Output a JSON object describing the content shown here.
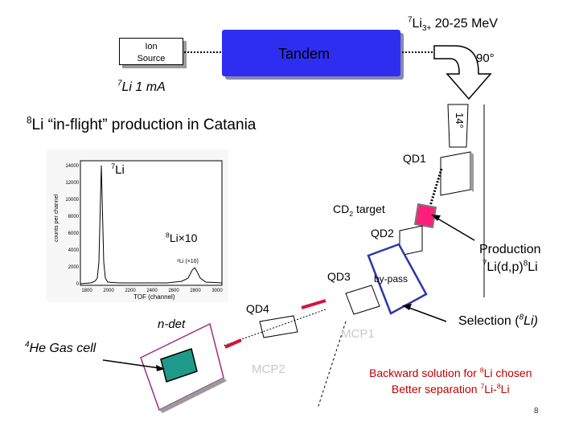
{
  "labels": {
    "ion_source_line1": "Ion",
    "ion_source_line2": "Source",
    "tandem": "Tandem",
    "beam_energy_pre": "Li",
    "beam_energy_sub": "3+",
    "beam_energy_post": " 20-25 MeV",
    "beam_energy_sup": "7",
    "bend_90": "90°",
    "li7_current_sup": "7",
    "li7_current": "Li 1 mA",
    "title_sup": "8",
    "title": "Li “in-flight” production in Catania",
    "angle_14": "14°",
    "qd1": "QD1",
    "li7_sup": "7",
    "li7": "Li",
    "cd2_pre": "CD",
    "cd2_sub": "2",
    "cd2_post": " target",
    "li8x10_sup": "8",
    "li8x10": "Li×10",
    "qd2": "QD2",
    "production_line1": "Production",
    "production_sup": "7",
    "production_line2_a": "Li(d,p)",
    "production_sup2": "8",
    "production_line2_b": "Li",
    "qd3": "QD3",
    "bypass": "by-pass",
    "qd4": "QD4",
    "ndet": "n-det",
    "mcp1": "MCP1",
    "he_sup": "4",
    "he_gas_cell": "He Gas cell",
    "mcp2": "MCP2",
    "selection_pre": "Selection (",
    "selection_sup": "8",
    "selection_post": "Li)",
    "backward_line1_a": "Backward solution for ",
    "backward_line1_sup": "8",
    "backward_line1_b": "Li chosen",
    "backward_line2_a": "Better separation ",
    "backward_line2_sup1": "7",
    "backward_line2_mid": "Li-",
    "backward_line2_sup2": "8",
    "backward_line2_b": "Li",
    "page_number": "8"
  },
  "spectrum": {
    "ylabel": "counts per channel",
    "xlabel": "TOF (channel)",
    "yticks": [
      "14000",
      "12000",
      "10000",
      "8000",
      "6000",
      "4000",
      "2000",
      "0"
    ],
    "xticks": [
      "1800",
      "2000",
      "2200",
      "2400",
      "2600",
      "2800",
      "3000"
    ],
    "inset_label": "⁸Li (×10)"
  },
  "colors": {
    "tandem": "#2e2ef0",
    "target": "#ff1f7a",
    "mcp_line": "#d4143c",
    "gas_cell": "#1f9a8a",
    "cell_border": "#9b2c8c",
    "bypass_border": "#2838a8",
    "backward_text": "#c00000"
  }
}
